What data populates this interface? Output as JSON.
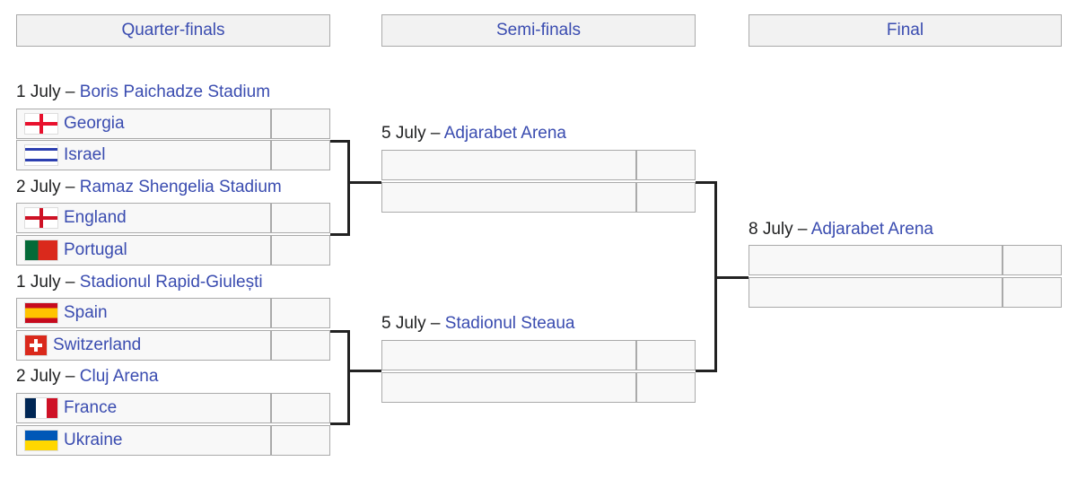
{
  "rounds": [
    "Quarter-finals",
    "Semi-finals",
    "Final"
  ],
  "qf": [
    {
      "date": "1 July –",
      "venue": "Boris Paichadze Stadium",
      "teams": [
        {
          "name": "Georgia",
          "flag": "georgia-flag-icon"
        },
        {
          "name": "Israel",
          "flag": "israel-flag-icon"
        }
      ]
    },
    {
      "date": "2 July –",
      "venue": "Ramaz Shengelia Stadium",
      "teams": [
        {
          "name": "England",
          "flag": "england-flag-icon"
        },
        {
          "name": "Portugal",
          "flag": "portugal-flag-icon"
        }
      ]
    },
    {
      "date": "1 July –",
      "venue": "Stadionul Rapid-Giulești",
      "teams": [
        {
          "name": "Spain",
          "flag": "spain-flag-icon"
        },
        {
          "name": "Switzerland",
          "flag": "switzerland-flag-icon"
        }
      ]
    },
    {
      "date": "2 July –",
      "venue": "Cluj Arena",
      "teams": [
        {
          "name": "France",
          "flag": "france-flag-icon"
        },
        {
          "name": "Ukraine",
          "flag": "ukraine-flag-icon"
        }
      ]
    }
  ],
  "sf": [
    {
      "date": "5 July –",
      "venue": "Adjarabet Arena"
    },
    {
      "date": "5 July –",
      "venue": "Stadionul Steaua"
    }
  ],
  "final": {
    "date": "8 July –",
    "venue": "Adjarabet Arena"
  }
}
